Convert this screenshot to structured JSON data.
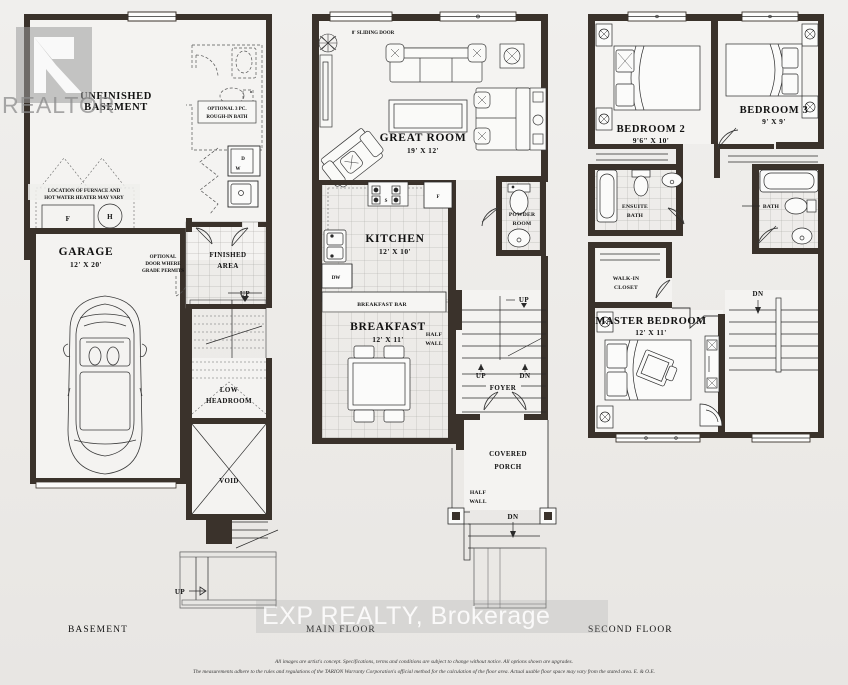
{
  "document": {
    "type": "floor-plan",
    "watermark_realtor": "REALTOR",
    "watermark_brokerage": "EXP REALTY, Brokerage",
    "disclaimer_line1": "All images are artist's concept. Specifications, terms and conditions are subject to change without notice. All options shown are upgrades.",
    "disclaimer_line2": "The measurements adhere to the rules and regulations of the TARION Warranty Corporation's official method for the calculation of the floor area. Actual usable floor space may vary from the stated area.  E. & O.E."
  },
  "floors": {
    "basement": {
      "label": "BASEMENT",
      "rooms": {
        "unfinished_basement": {
          "name_line1": "UNFINISHED",
          "name_line2": "BASEMENT"
        },
        "garage": {
          "name": "GARAGE",
          "dim": "12' X 20'"
        },
        "finished_area": {
          "name_line1": "FINISHED",
          "name_line2": "AREA"
        },
        "low_headroom": {
          "name_line1": "LOW",
          "name_line2": "HEADROOM"
        },
        "void": {
          "name": "VOID"
        }
      },
      "notes": {
        "rough_in_bath_line1": "OPTIONAL 3 PC.",
        "rough_in_bath_line2": "ROUGH-IN BATH",
        "furnace_line1": "LOCATION OF FURNACE AND",
        "furnace_line2": "HOT WATER HEATER MAY VARY",
        "optional_door_line1": "OPTIONAL",
        "optional_door_line2": "DOOR WHERE",
        "optional_door_line3": "GRADE PERMITS"
      },
      "markers": {
        "furnace": "F",
        "hot_water": "H",
        "dryer": "D",
        "washer": "W",
        "up": "UP",
        "up_stair": "UP"
      }
    },
    "main_floor": {
      "label": "MAIN FLOOR",
      "rooms": {
        "great_room": {
          "name": "GREAT ROOM",
          "dim": "19' X 12'"
        },
        "kitchen": {
          "name": "KITCHEN",
          "dim": "12' X 10'"
        },
        "breakfast": {
          "name": "BREAKFAST",
          "dim": "12' X 11'"
        },
        "powder_room": {
          "name_line1": "POWDER",
          "name_line2": "ROOM"
        },
        "foyer": {
          "name": "FOYER"
        },
        "covered_porch": {
          "name_line1": "COVERED",
          "name_line2": "PORCH"
        }
      },
      "notes": {
        "sliding_door": "8' SLIDING DOOR",
        "breakfast_bar": "BREAKFAST BAR",
        "half_wall_1_line1": "HALF",
        "half_wall_1_line2": "WALL",
        "half_wall_2_line1": "HALF",
        "half_wall_2_line2": "WALL"
      },
      "markers": {
        "dishwasher": "DW",
        "fridge": "F",
        "stove": "S",
        "up_1": "UP",
        "up_2": "UP",
        "dn_1": "DN",
        "dn_2": "DN"
      }
    },
    "second_floor": {
      "label": "SECOND FLOOR",
      "rooms": {
        "bedroom_2": {
          "name": "BEDROOM 2",
          "dim": "9'6\" X 10'"
        },
        "bedroom_3": {
          "name": "BEDROOM 3",
          "dim": "9' X 9'"
        },
        "master_bedroom": {
          "name": "MASTER BEDROOM",
          "dim": "12' X 11'"
        },
        "ensuite_bath": {
          "name_line1": "ENSUITE",
          "name_line2": "BATH"
        },
        "bath": {
          "name": "BATH"
        },
        "walk_in_closet": {
          "name_line1": "WALK-IN",
          "name_line2": "CLOSET"
        }
      },
      "markers": {
        "dn": "DN"
      }
    }
  },
  "colors": {
    "wall": "#3a322b",
    "background": "#eeeeec",
    "room_fill": "#f4f3f1",
    "watermark_gray": "#8c8c8c"
  }
}
